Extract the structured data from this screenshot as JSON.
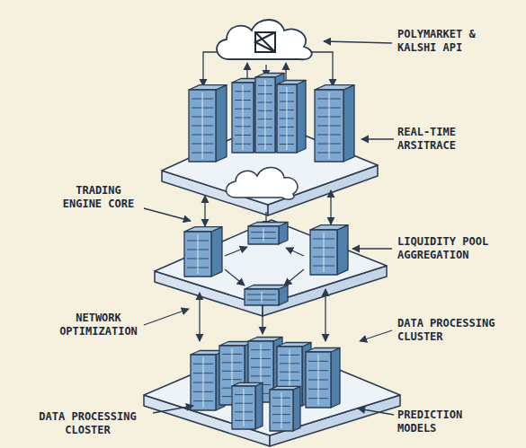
{
  "diagram": {
    "labels": [
      "POLYMARKET & KALSHI API",
      "REAL-TIME ARSITRACE",
      "TRADING ENGINE CORE",
      "LIQUIDITY POOL AGGREGATION",
      "NETWORK OPTIMIZATION",
      "DATA PROCESSING CLUSTER",
      "DATA PROCESSING CLOSTER",
      "PREDICTION MODELS"
    ]
  }
}
